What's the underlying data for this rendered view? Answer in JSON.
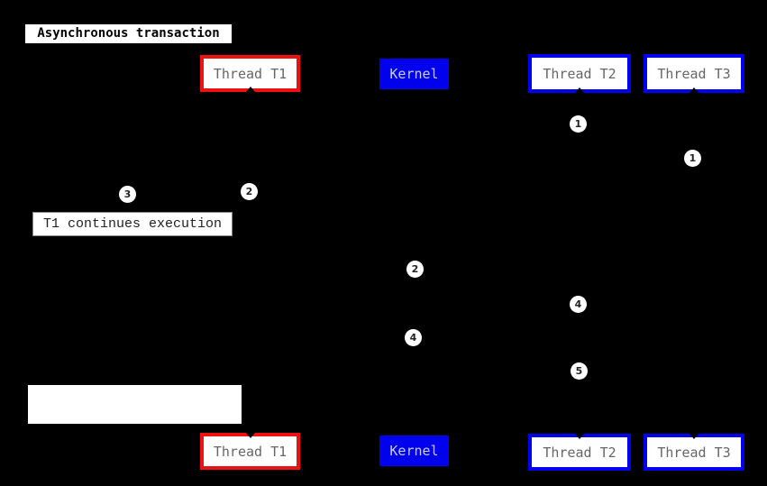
{
  "diagram": {
    "title": "Asynchronous transaction",
    "note": "T1 continues execution",
    "type": "sequence-diagram",
    "background": "#000000"
  },
  "colors": {
    "thread_t1_border": "#ee1111",
    "kernel_fill": "#0101ee",
    "thread_t2_t3_border": "#0101ee",
    "box_fill": "#ffffff",
    "thread_label_text": "#666666",
    "kernel_label_text": "#ccccf8"
  },
  "actors": [
    {
      "id": "thread-t1",
      "label": "Thread T1"
    },
    {
      "id": "kernel",
      "label": "Kernel"
    },
    {
      "id": "thread-t2",
      "label": "Thread T2"
    },
    {
      "id": "thread-t3",
      "label": "Thread T3"
    }
  ],
  "markers": [
    {
      "label": "1"
    },
    {
      "label": "1"
    },
    {
      "label": "2"
    },
    {
      "label": "3"
    },
    {
      "label": "2"
    },
    {
      "label": "4"
    },
    {
      "label": "4"
    },
    {
      "label": "5"
    }
  ]
}
